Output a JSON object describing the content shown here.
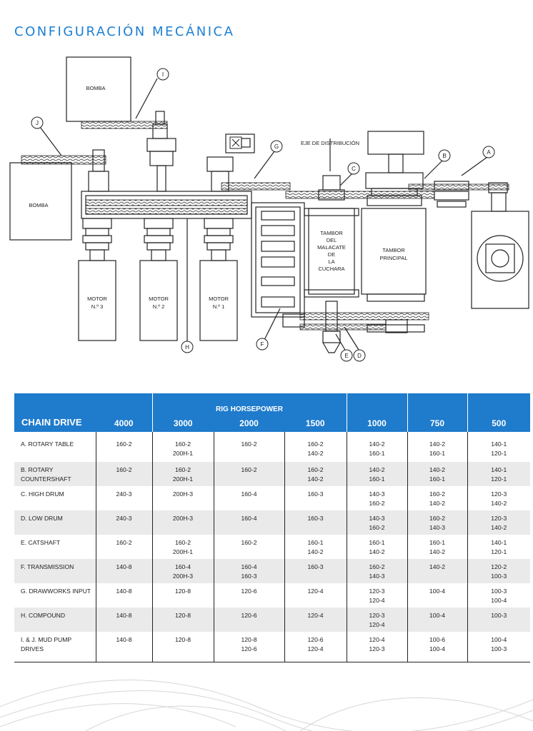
{
  "page": {
    "title": "CONFIGURACIÓN MECÁNICA"
  },
  "diagram": {
    "bomba_top": "BOMBA",
    "bomba_left": "BOMBA",
    "eje": "EJE DE DISTRIBUCIÓN",
    "tambor_malacate": [
      "TAMBOR",
      "DEL",
      "MALACATE",
      "DE",
      "LA",
      "CUCHARA"
    ],
    "tambor_principal": [
      "TAMBOR",
      "PRINCIPAL"
    ],
    "motor3": [
      "MOTOR",
      "N.º 3"
    ],
    "motor2": [
      "MOTOR",
      "N.º 2"
    ],
    "motor1": [
      "MOTOR",
      "N.º 1"
    ],
    "markers": {
      "I": "I",
      "J": "J",
      "G": "G",
      "C": "C",
      "B": "B",
      "A": "A",
      "H": "H",
      "F": "F",
      "E": "E",
      "D": "D"
    }
  },
  "table": {
    "header_label": "CHAIN DRIVE",
    "group_label": "RIG HORSEPOWER",
    "columns": [
      "4000",
      "3000",
      "2000",
      "1500",
      "1000",
      "750",
      "500"
    ],
    "rows": [
      {
        "label": "A. ROTARY TABLE",
        "cells": [
          "160-2",
          "160-2\n200H-1",
          "160-2",
          "160-2\n140-2",
          "140-2\n160-1",
          "140-2\n160-1",
          "140-1\n120-1"
        ]
      },
      {
        "label": "B. ROTARY  COUNTERSHAFT",
        "cells": [
          "160-2",
          "160-2\n200H-1",
          "160-2",
          "160-2\n140-2",
          "140-2\n160-1",
          "140-2\n160-1",
          "140-1\n120-1"
        ]
      },
      {
        "label": "C. HIGH DRUM",
        "cells": [
          "240-3",
          "200H-3",
          "160-4",
          "160-3",
          "140-3\n160-2",
          "160-2\n140-2",
          "120-3\n140-2"
        ]
      },
      {
        "label": "D. LOW DRUM",
        "cells": [
          "240-3",
          "200H-3",
          "160-4",
          "160-3",
          "140-3\n160-2",
          "160-2\n140-3",
          "120-3\n140-2"
        ]
      },
      {
        "label": "E. CATSHAFT",
        "cells": [
          "160-2",
          "160-2\n200H-1",
          "160-2",
          "160-1\n140-2",
          "160-1\n140-2",
          "160-1\n140-2",
          "140-1\n120-1"
        ]
      },
      {
        "label": "F. TRANSMISSION",
        "cells": [
          "140-8",
          "160-4\n200H-3",
          "160-4\n160-3",
          "160-3",
          "160-2\n140-3",
          "140-2",
          "120-2\n100-3"
        ]
      },
      {
        "label": "G. DRAWWORKS INPUT",
        "cells": [
          "140-8",
          "120-8",
          "120-6",
          "120-4",
          "120-3\n120-4",
          "100-4",
          "100-3\n100-4"
        ]
      },
      {
        "label": "H. COMPOUND",
        "cells": [
          "140-8",
          "120-8",
          "120-6",
          "120-4",
          "120-3\n120-4",
          "100-4",
          "100-3"
        ]
      },
      {
        "label": "I. & J. MUD PUMP DRIVES",
        "cells": [
          "140-8",
          "120-8",
          "120-8\n120-6",
          "120-6\n120-4",
          "120-4\n120-3",
          "100-6\n100-4",
          "100-4\n100-3"
        ]
      }
    ]
  }
}
